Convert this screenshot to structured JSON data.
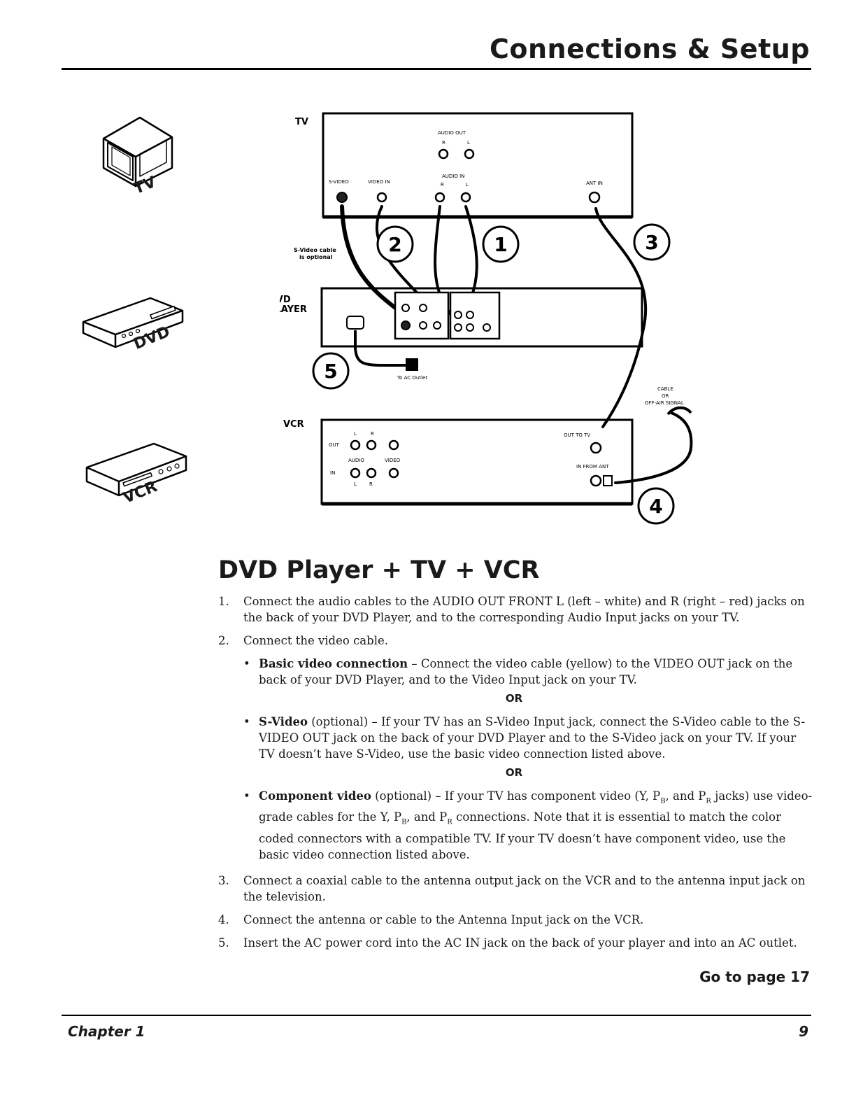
{
  "header": {
    "title": "Connections & Setup"
  },
  "sidebar": {
    "devices": [
      {
        "label": "TV",
        "icon": "tv-icon"
      },
      {
        "label": "DVD",
        "icon": "dvd-player-icon"
      },
      {
        "label": "VCR",
        "icon": "vcr-icon"
      }
    ]
  },
  "diagram": {
    "tv_label": "TV",
    "dvd_label_1": "DVD",
    "dvd_label_2": "PLAYER",
    "vcr_label": "VCR",
    "audio_out": "AUDIO OUT",
    "audio_in": "AUDIO IN",
    "r": "R",
    "l": "L",
    "s_video": "S-VIDEO",
    "video_in": "VIDEO IN",
    "ant_in": "ANT IN",
    "svideo_note_1": "S-Video cable",
    "svideo_note_2": "is optional",
    "to_ac_outlet": "To AC Outlet",
    "cable_1": "CABLE",
    "cable_2": "OR",
    "cable_3": "OFF-AIR SIGNAL",
    "vcr_out": "OUT",
    "vcr_in": "IN",
    "vcr_audio": "AUDIO",
    "vcr_video": "VIDEO",
    "out_to_tv": "OUT TO TV",
    "in_from_ant": "IN FROM ANT",
    "callouts": [
      "1",
      "2",
      "3",
      "4",
      "5"
    ]
  },
  "section": {
    "title": "DVD Player + TV + VCR"
  },
  "steps": {
    "s1": {
      "num": "1.",
      "text": "Connect the audio cables to the AUDIO OUT FRONT L (left – white) and R (right – red) jacks on the back of your DVD Player, and to the corresponding Audio Input jacks on your TV."
    },
    "s2": {
      "num": "2.",
      "text": "Connect the video cable."
    },
    "b1": {
      "title": "Basic video connection",
      "text": " – Connect the video cable (yellow) to the VIDEO OUT jack on the back of your DVD Player, and to the Video Input jack on your TV."
    },
    "or": "OR",
    "b2": {
      "title": "S-Video",
      "text": " (optional) – If your TV has an S-Video Input jack, connect the S-Video cable to the S-VIDEO OUT jack on the back of your DVD Player and to the S-Video jack on your TV. If your TV doesn’t have S-Video, use the basic video connection listed above."
    },
    "b3": {
      "title": "Component video",
      "t1": " (optional) – If your TV has component video (Y, P",
      "sub_b": "B",
      "t2": ", and P",
      "sub_r": "R",
      "t3": " jacks) use video-grade cables for the Y, P",
      "t4": ", and P",
      "t5": " connections. Note that it is essential to match the color coded connectors with a compatible TV. If your TV doesn’t have component video, use the basic video connection listed above."
    },
    "s3": {
      "num": "3.",
      "text": "Connect a coaxial cable to the antenna output jack on the VCR and to the antenna input jack on the television."
    },
    "s4": {
      "num": "4.",
      "text": "Connect the antenna or cable to the Antenna Input jack on the VCR."
    },
    "s5": {
      "num": "5.",
      "text": "Insert the AC power cord into the AC IN jack on the back of your player and into an AC outlet."
    }
  },
  "goto": "Go to page 17",
  "footer": {
    "chapter": "Chapter 1",
    "page": "9"
  }
}
